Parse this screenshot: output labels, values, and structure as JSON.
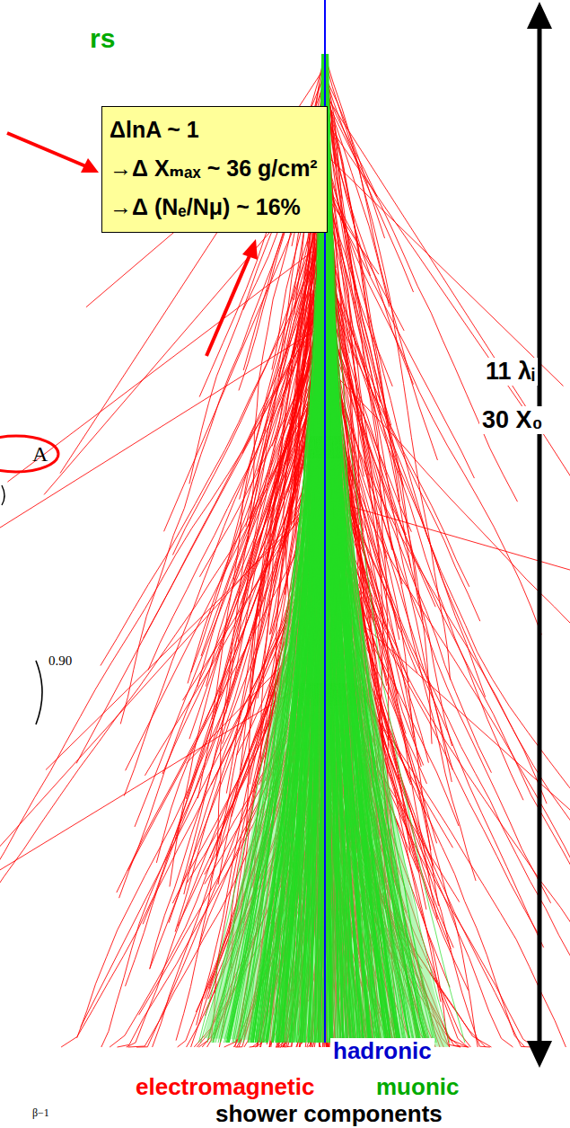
{
  "diagram": {
    "nodes": [
      {
        "text": [
          "ΔlnA ~ 1",
          "→Δ Xₘₐₓ ~ 36 g/cm²",
          "→Δ (Nₑ/Nμ) ~ 16%"
        ]
      },
      {
        "text": [
          "A"
        ]
      }
    ],
    "labels": [
      "rs",
      "11 λᵢ",
      "30 X₀",
      "0.90",
      "hadronic",
      "electromagnetic",
      "muonic",
      "shower components",
      "β−1"
    ]
  }
}
